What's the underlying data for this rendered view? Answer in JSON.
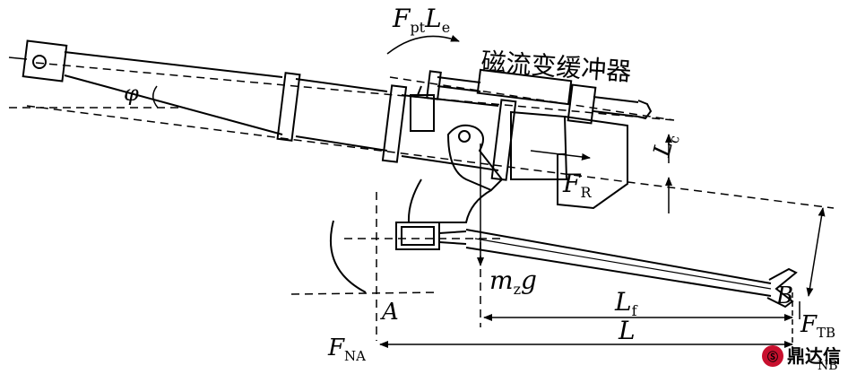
{
  "labels": {
    "moment_F": "F",
    "moment_sub": "pt",
    "moment_L": "L",
    "moment_L_sub": "e",
    "damper": "磁流变缓冲器",
    "angle": "φ",
    "Lc_L": "L",
    "Lc_sub": "c",
    "FR_F": "F",
    "FR_sub": "R",
    "weight_m": "m",
    "weight_sub": "z",
    "weight_g": "g",
    "point_A": "A",
    "point_B": "B",
    "Lf_L": "L",
    "Lf_sub": "f",
    "L_total": "L",
    "FTB_F": "F",
    "FTB_sub": "TB",
    "FNA_F": "F",
    "FNA_sub": "NA",
    "FNB_sub": "NB"
  },
  "watermark": {
    "text": "鼎达信",
    "color": "#c8102e"
  }
}
